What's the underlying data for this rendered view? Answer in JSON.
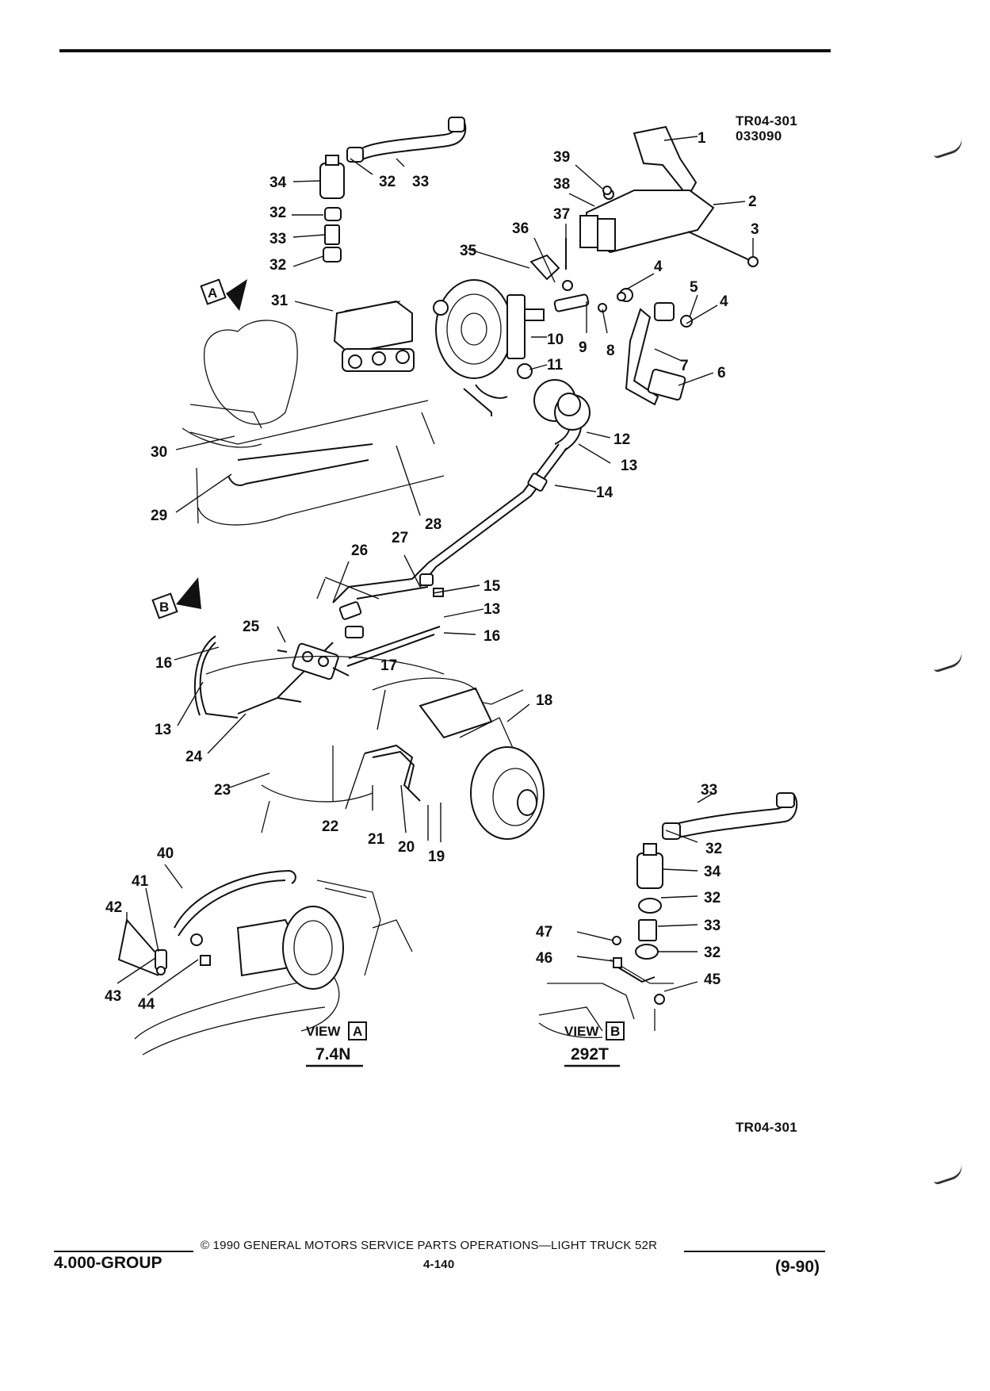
{
  "header": {
    "figure_code": "TR04-301",
    "date_code": "033090"
  },
  "callouts": [
    "1",
    "2",
    "3",
    "4",
    "5",
    "6",
    "7",
    "8",
    "9",
    "10",
    "11",
    "12",
    "13",
    "14",
    "15",
    "16",
    "17",
    "18",
    "19",
    "20",
    "21",
    "22",
    "23",
    "24",
    "25",
    "26",
    "27",
    "28",
    "29",
    "30",
    "31",
    "32",
    "33",
    "34",
    "35",
    "36",
    "37",
    "38",
    "39",
    "40",
    "41",
    "42",
    "43",
    "44",
    "45",
    "46",
    "47"
  ],
  "view_a": {
    "label": "VIEW",
    "letter": "A",
    "engine": "7.4N"
  },
  "view_b": {
    "label": "VIEW",
    "letter": "B",
    "engine": "292T"
  },
  "bottom_code": "TR04-301",
  "footer": {
    "group": "4.000-GROUP",
    "copyright": "© 1990 GENERAL MOTORS SERVICE PARTS OPERATIONS—LIGHT TRUCK 52R",
    "page": "4-140",
    "date": "(9-90)"
  }
}
